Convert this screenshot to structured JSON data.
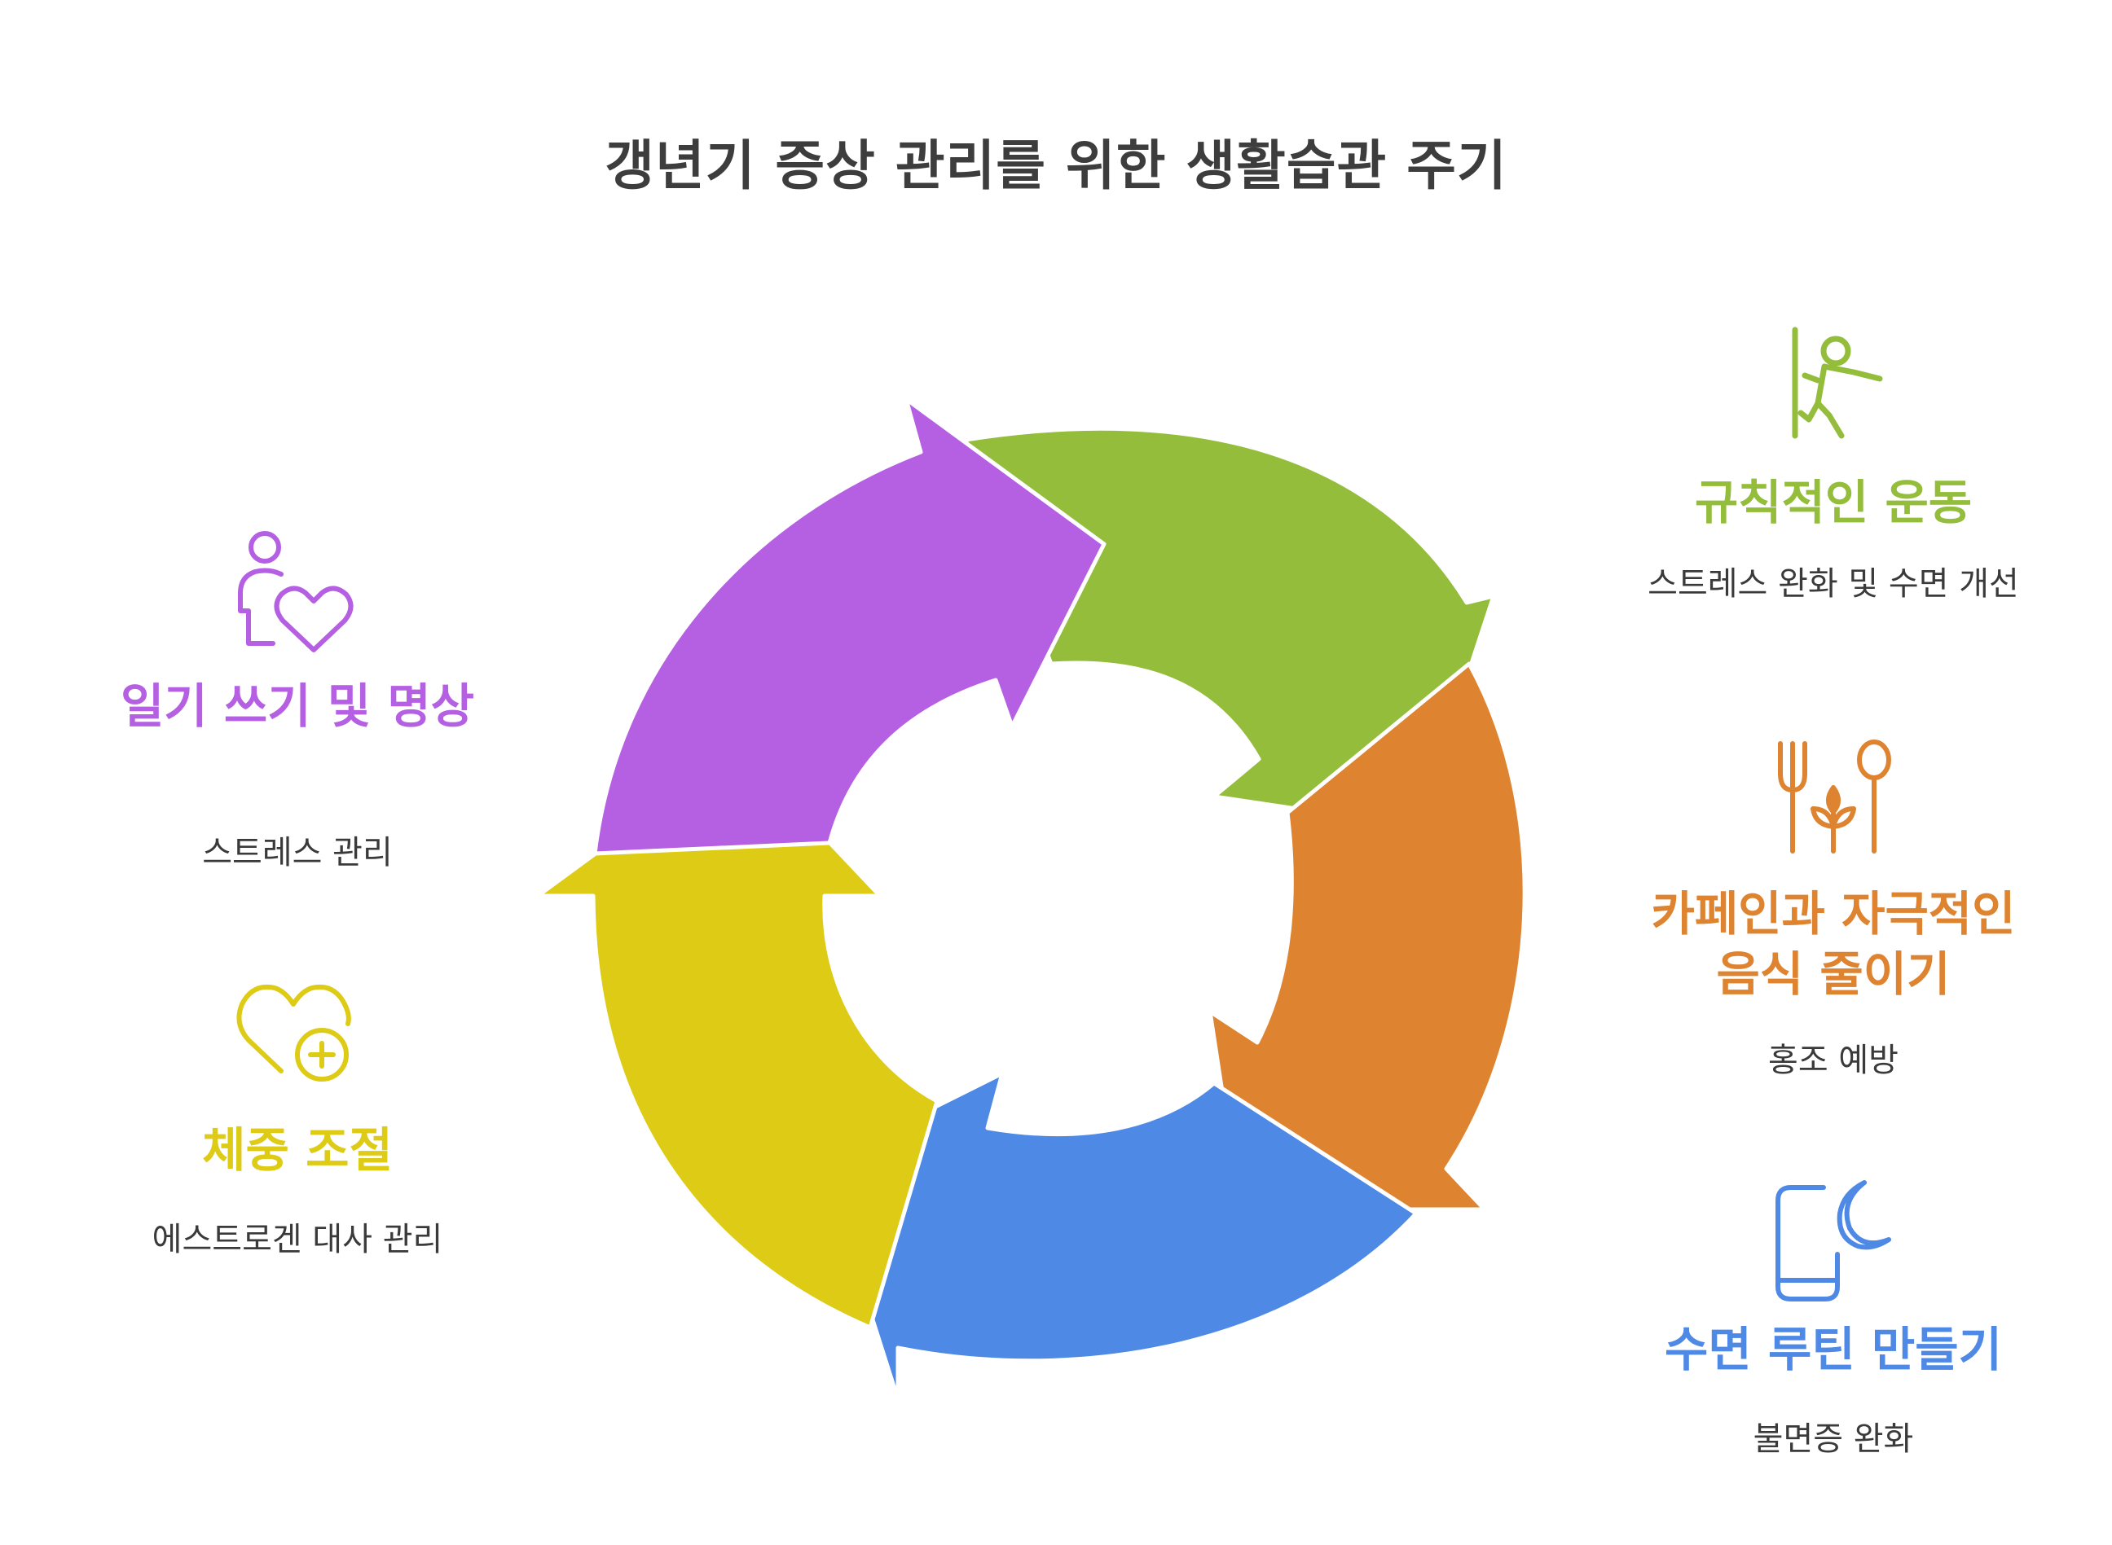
{
  "title": "갱년기 증상 관리를 위한 생활습관 주기",
  "colors": {
    "exercise": "#93BD3B",
    "caffeine": "#DE8431",
    "sleep": "#4E89E6",
    "weight": "#DDCB16",
    "journal": "#B55FE3",
    "title": "#3d3d3d"
  },
  "items": {
    "exercise": {
      "label": "규칙적인 운동",
      "desc": "스트레스 완화 및 수면 개선",
      "icon": "exercise-person-icon"
    },
    "caffeine": {
      "label": "카페인과 자극적인 음식 줄이기",
      "desc": "홍조 예방",
      "icon": "fork-spoon-plant-icon"
    },
    "sleep": {
      "label": "수면 루틴 만들기",
      "desc": "불면증 완화",
      "icon": "phone-moon-icon"
    },
    "weight": {
      "label": "체중 조절",
      "desc": "에스트로겐 대사 관리",
      "icon": "heart-plus-icon"
    },
    "journal": {
      "label": "일기 쓰기 및 명상",
      "desc": "스트레스 관리",
      "icon": "person-heart-icon"
    }
  }
}
